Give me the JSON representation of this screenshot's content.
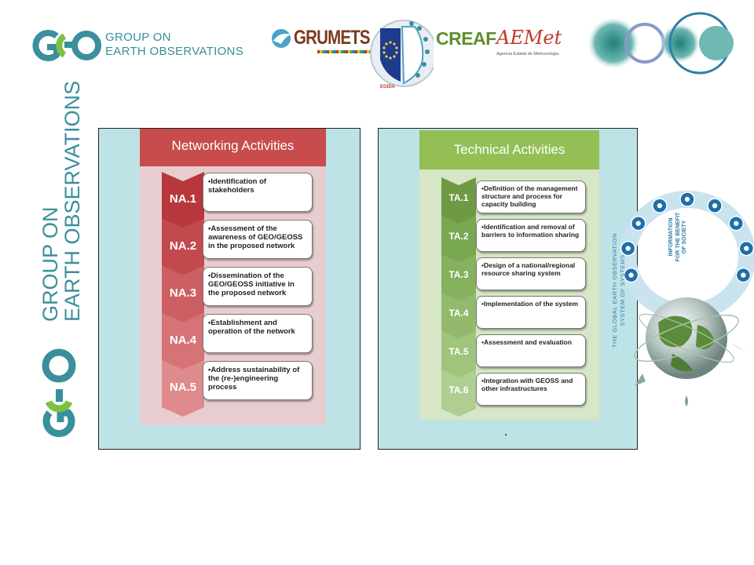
{
  "header": {
    "geo_logo": {
      "mark": "GEO",
      "line1": "GROUP ON",
      "line2": "EARTH OBSERVATIONS"
    },
    "partner_logos": {
      "grumets": "GRUMETS",
      "egida": "EGIDA",
      "creaf": "CREAF",
      "aemet": "AEMet",
      "aemet_subtitle": "Agencia Estatal de Meteorología"
    }
  },
  "vertical_logo": {
    "line1": "GROUP ON",
    "line2": "EARTH OBSERVATIONS",
    "mark": "GEO"
  },
  "networking": {
    "title": "Networking Activities",
    "color": "#c84c4c",
    "items": [
      {
        "code": "NA.1",
        "text": "•Identification of stakeholders"
      },
      {
        "code": "NA.2",
        "text": "•Assessment of the awareness of GEO/GEOSS in the proposed network"
      },
      {
        "code": "NA.3",
        "text": "•Dissemination of the GEO/GEOSS initiative in the proposed network"
      },
      {
        "code": "NA.4",
        "text": "•Establishment and operation of the network"
      },
      {
        "code": "NA.5",
        "text": "•Address sustainability of the (re-)engineering process"
      }
    ]
  },
  "technical": {
    "title": "Technical Activities",
    "color": "#93bf55",
    "items": [
      {
        "code": "TA.1",
        "text": "•Definition of the management structure and process for capacity building"
      },
      {
        "code": "TA.2",
        "text": "•Identification and removal of barriers to information sharing"
      },
      {
        "code": "TA.3",
        "text": "•Design of a national/regional resource sharing system"
      },
      {
        "code": "TA.4",
        "text": "•Implementation of the system"
      },
      {
        "code": "TA.5",
        "text": "•Assessment and evaluation"
      },
      {
        "code": "TA.6",
        "text": "•Integration with GEOSS and other infrastructures"
      }
    ]
  },
  "geoss_graphic": {
    "line1": "THE GLOBAL EARTH OBSERVATION",
    "line2": "SYSTEM OF SYSTEMS",
    "info_line1": "INFORMATION",
    "info_line2": "FOR THE BENEFIT",
    "info_line3": "OF SOCIETY",
    "sba_icons": [
      "disasters-icon",
      "health-icon",
      "energy-icon",
      "climate-icon",
      "agriculture-icon",
      "ecosystems-icon",
      "biodiversity-icon",
      "water-icon",
      "weather-icon"
    ]
  }
}
